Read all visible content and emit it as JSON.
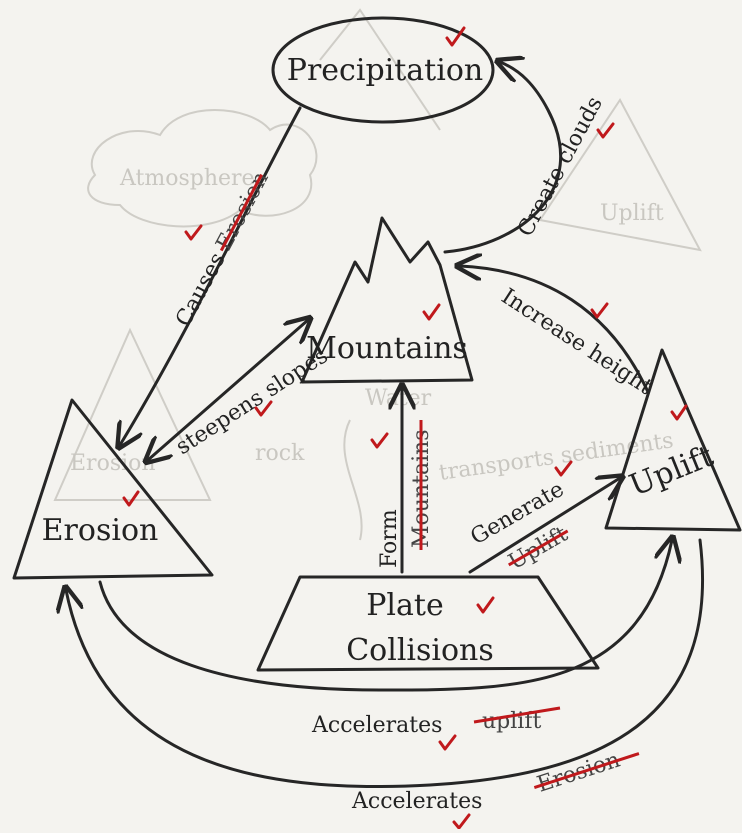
{
  "nodes": {
    "precipitation": "Precipitation",
    "mountains": "Mountains",
    "erosion": "Erosion",
    "uplift": "Uplift",
    "plate_collisions_line1": "Plate",
    "plate_collisions_line2": "Collisions"
  },
  "edges": {
    "causes": "Causes",
    "causes_struck": "Erosion",
    "steepens_slopes": "steepens slopes",
    "create_clouds": "Create clouds",
    "increase_height": "Increase height",
    "form": "Form",
    "form_struck": "Mountains",
    "generate": "Generate",
    "generate_struck": "Uplift",
    "accelerates_uplift": "Accelerates",
    "accelerates_uplift_struck": "uplift",
    "accelerates_erosion": "Accelerates",
    "accelerates_erosion_struck": "Erosion"
  },
  "background": {
    "atmosphere": "Atmosphere",
    "erosion_ghost": "Erosion",
    "uplift_ghost": "Uplift",
    "water": "Water",
    "rock": "rock",
    "transports_sediments": "transports sediments"
  },
  "colors": {
    "ink": "#262626",
    "grader_red": "#c0191c",
    "paper": "#f4f3ef",
    "ghost": "#cfcdc7"
  }
}
